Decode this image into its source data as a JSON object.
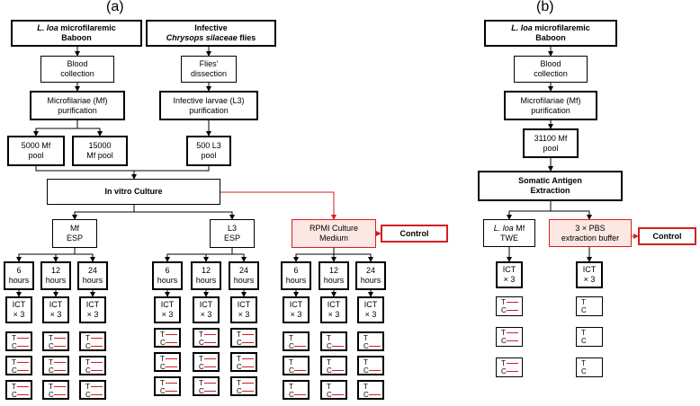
{
  "panels": {
    "a": "(a)",
    "b": "(b)"
  },
  "a": {
    "baboon_italic": "L. loa",
    "baboon_rest": " microfilaremic\nBaboon",
    "flies_line1": "Infective",
    "flies_italic": "Chrysops silaceae",
    "flies_rest": " flies",
    "blood_collection": "Blood\ncollection",
    "flies_dissection": "Flies'\ndissection",
    "mf_purification": "Microfilariae (Mf)\npurification",
    "l3_purification": "Infective larvae (L3)\npurification",
    "pool_5000": "5000 Mf\npool",
    "pool_15000": "15000\nMf pool",
    "pool_l3": "500 L3\npool",
    "culture": "In vitro Culture",
    "mf_esp": "Mf\nESP",
    "l3_esp": "L3\nESP",
    "rpmi": "RPMI Culture\nMedium",
    "control": "Control",
    "hours": [
      "6\nhours",
      "12\nhours",
      "24\nhours"
    ],
    "ict": "ICT\n× 3"
  },
  "b": {
    "baboon_italic": "L. loa",
    "baboon_rest": " microfilaremic\nBaboon",
    "blood_collection": "Blood\ncollection",
    "mf_purification": "Microfilariae (Mf)\npurification",
    "pool": "31100 Mf\npool",
    "extraction": "Somatic Antigen\nExtraction",
    "twe_italic": "L. loa",
    "twe_rest": " Mf\nTWE",
    "pbs": "3 × PBS\nextraction buffer",
    "control": "Control",
    "ict": "ICT\n× 3"
  },
  "strip": {
    "t": "T",
    "c": "C"
  },
  "colors": {
    "accent_red": "#d21f1f",
    "highlight_fill": "#fde7e2"
  }
}
